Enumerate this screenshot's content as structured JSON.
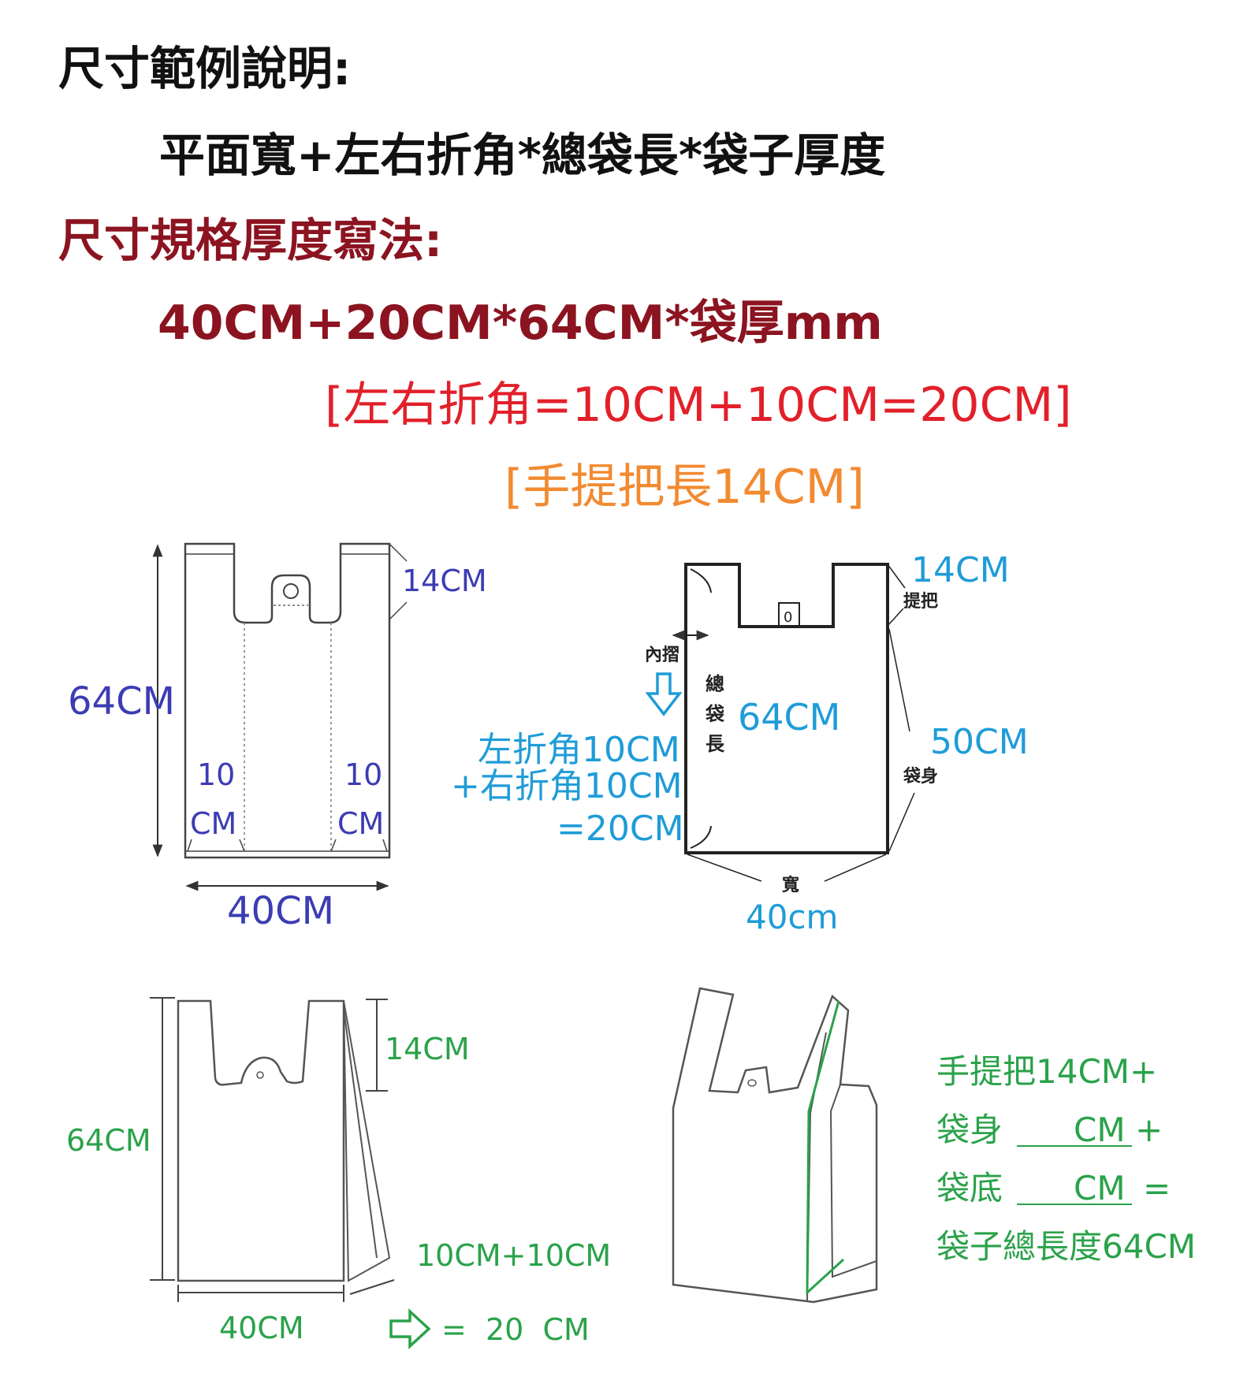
{
  "heading": {
    "title": "尺寸範例說明:",
    "formula": "平面寬+左右折角*總袋長*袋子厚度",
    "spec_title": "尺寸規格厚度寫法:",
    "spec_example": "40CM+20CM*64CM*袋厚mm",
    "fold_note": "[左右折角=10CM+10CM=20CM]",
    "handle_note": "[手提把長14CM]"
  },
  "colors": {
    "black": "#111111",
    "dark_red": "#8b1420",
    "red": "#e2202a",
    "orange": "#f28a30",
    "indigo": "#3c3cb4",
    "sky": "#1f9cd8",
    "green": "#2aa24a",
    "line": "#222222",
    "grey": "#666666"
  },
  "fig1": {
    "handle": "14CM",
    "length": "64CM",
    "left_fold_num": "10",
    "left_fold_unit": "CM",
    "right_fold_num": "10",
    "right_fold_unit": "CM",
    "width": "40CM"
  },
  "fig2": {
    "handle": "14CM",
    "handle_label": "提把",
    "inner_fold": "內摺",
    "total_length_label": [
      "總",
      "袋",
      "長"
    ],
    "length": "64CM",
    "body": "50CM",
    "body_label": "袋身",
    "left_fold": "左折角10CM",
    "right_fold": "+右折角10CM",
    "fold_total": "=20CM",
    "width_label": "寬",
    "width": "40cm",
    "hole_label": "0"
  },
  "fig3": {
    "handle": "14CM",
    "length": "64CM",
    "width": "40CM",
    "gusset": "10CM+10CM",
    "gusset_total": "=  20  CM"
  },
  "fig4": {
    "line1": "手提把14CM+",
    "line2_label": "袋身",
    "line2_blank": "CM",
    "line2_suffix": "+",
    "line3_label": "袋底",
    "line3_blank": "CM",
    "line3_suffix": "=",
    "line4": "袋子總長度64CM"
  }
}
